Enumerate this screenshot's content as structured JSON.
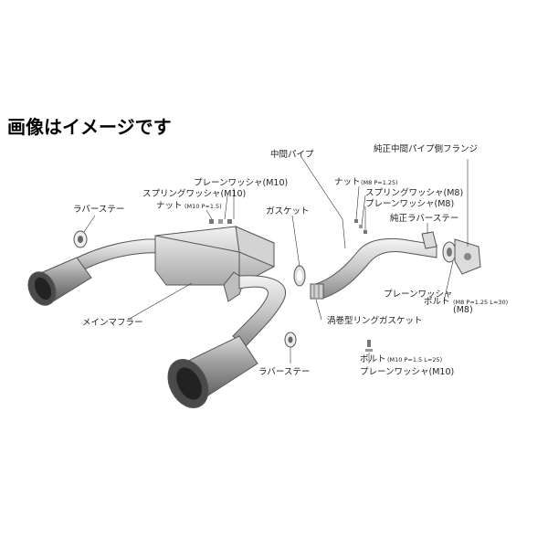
{
  "heading": "画像はイメージです",
  "labels": {
    "pure_flange": "純正中間パイプ側フランジ",
    "mid_pipe": "中間パイプ",
    "plain_washer_m10_top": "プレーンワッシャ(M10)",
    "spring_washer_m10": "スプリングワッシャ(M10)",
    "nut_left": "ナット",
    "nut_left_spec": "(M10 P=1.5)",
    "rubber_stay_left": "ラバーステー",
    "gasket": "ガスケット",
    "nut_right": "ナット",
    "nut_right_spec": "(M8 P=1.25)",
    "spring_washer_m8": "スプリングワッシャ(M8)",
    "plain_washer_m8_upper": "プレーンワッシャ(M8)",
    "pure_rubber_stay": "純正ラバーステー",
    "main_muffler": "メインマフラー",
    "plain_washer_m8_lower": "プレーンワッシャ",
    "plain_washer_m8_lower_spec": "(M8)",
    "bolt_m8": "ボルト",
    "bolt_m8_spec": "(M8 P=1.25 L=30)",
    "spiral_gasket": "渦巻型リングガスケット",
    "rubber_stay_bottom": "ラバーステー",
    "bolt_m10": "ボルト",
    "bolt_m10_spec": "(M10 P=1.5 L=25)",
    "plain_washer_m10_bottom": "プレーンワッシャ(M10)"
  },
  "colors": {
    "pipe_light": "#eeeeee",
    "pipe_mid": "#bdbdbd",
    "pipe_dark": "#6e6e6e",
    "outline": "#555555",
    "text": "#222222"
  }
}
